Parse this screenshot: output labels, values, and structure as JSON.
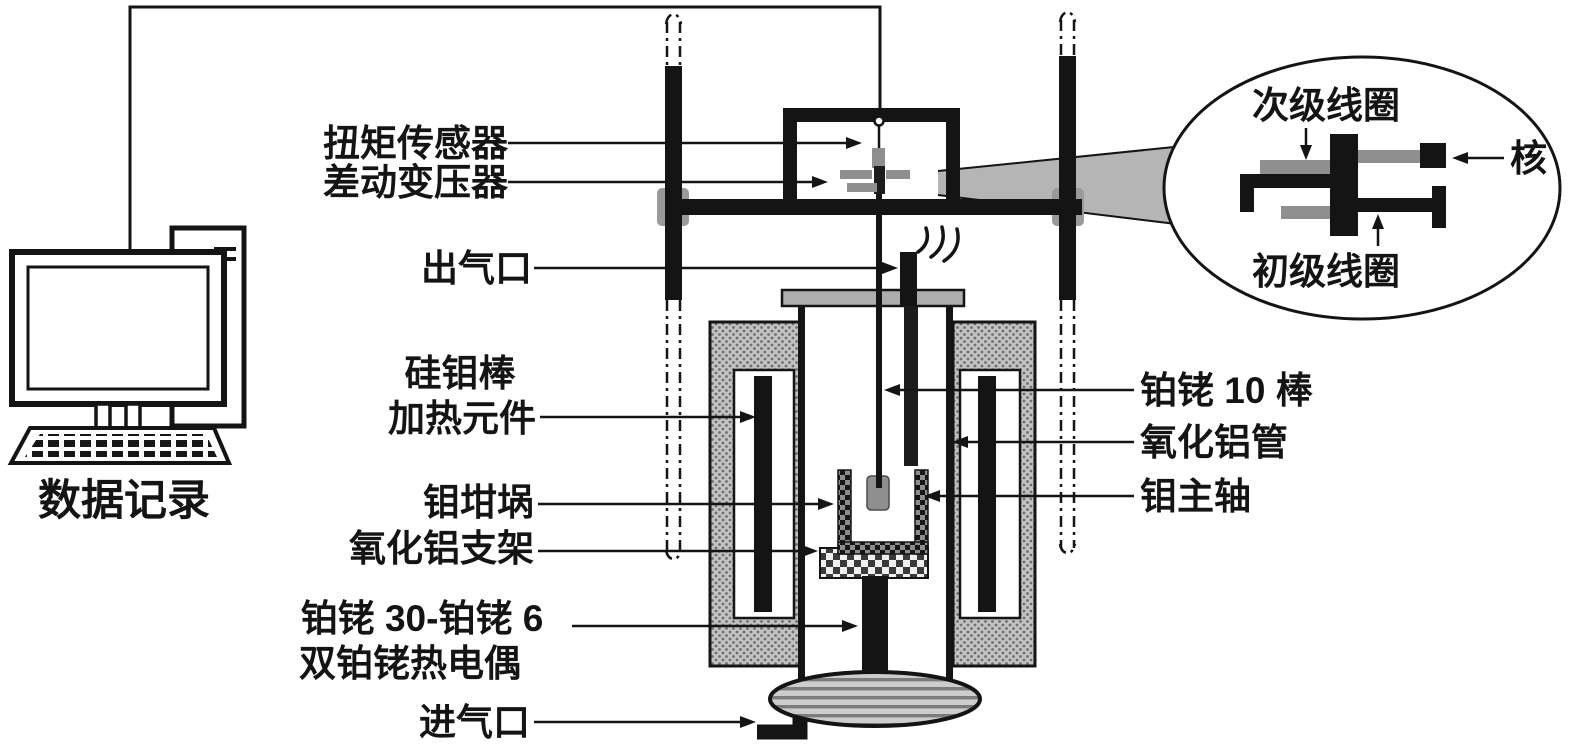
{
  "labels": {
    "data_recording": "数据记录",
    "torque_sensor": "扭矩传感器",
    "differential_transformer": "差动变压器",
    "gas_outlet": "出气口",
    "heater_line1": "硅钼棒",
    "heater_line2": "加热元件",
    "mo_crucible": "钼坩埚",
    "alumina_support": "氧化铝支架",
    "thermocouple_line1": "铂铑 30-铂铑 6",
    "thermocouple_line2": "双铂铑热电偶",
    "gas_inlet": "进气口",
    "ptrh10_rod": "铂铑 10 棒",
    "alumina_tube": "氧化铝管",
    "mo_spindle": "钼主轴",
    "secondary_coil": "次级线圈",
    "core": "核",
    "primary_coil": "初级线圈"
  },
  "colors": {
    "ink": "#141414",
    "part_gray": "#8f8f8f",
    "insulation_gray": "#c2c2c2",
    "background": "#ffffff"
  }
}
